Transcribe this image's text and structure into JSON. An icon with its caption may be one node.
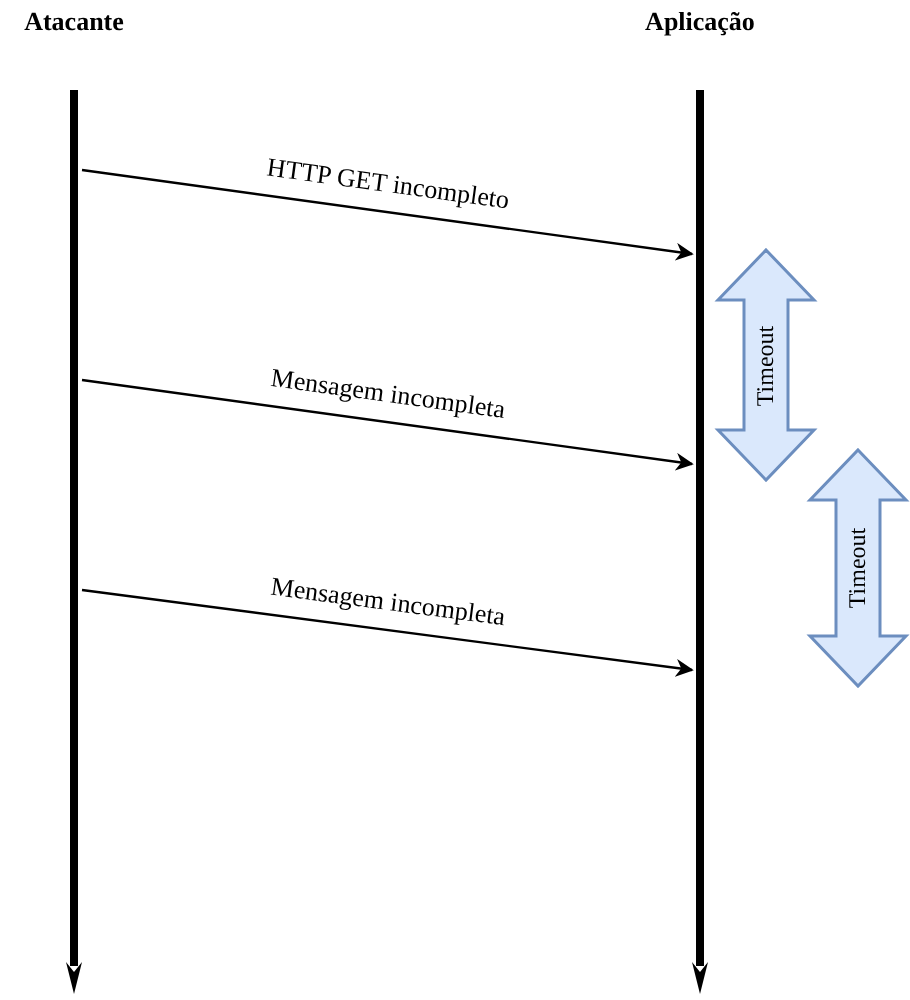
{
  "diagram": {
    "nodes": [
      {
        "text": [
          "Atacante"
        ]
      },
      {
        "text": [
          "Aplicação"
        ]
      },
      {
        "text": [
          "Timeout"
        ]
      },
      {
        "text": [
          "Timeout"
        ]
      }
    ],
    "edges": [
      {
        "from": 0,
        "to": 1,
        "label": "HTTP GET incompleto",
        "arrow": "to"
      },
      {
        "from": 0,
        "to": 1,
        "label": "Mensagem incompleta",
        "arrow": "to"
      },
      {
        "from": 0,
        "to": 1,
        "label": "Mensagem incompleta",
        "arrow": "to"
      }
    ]
  }
}
